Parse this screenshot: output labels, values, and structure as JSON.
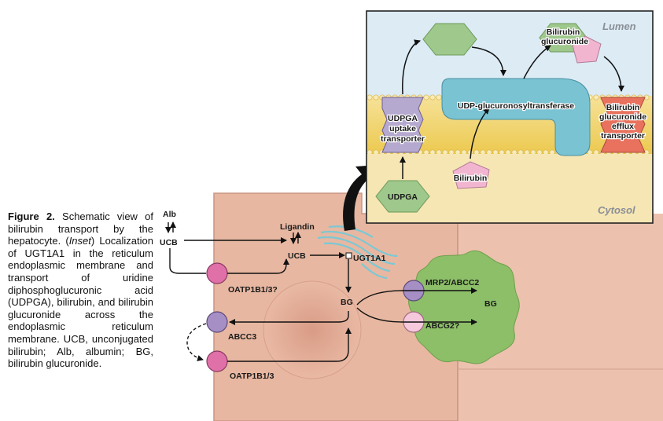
{
  "caption": {
    "figure_label": "Figure 2.",
    "part1": " Schematic view of bilirubin transport by the hepatocyte. (",
    "inset_word": "Inset",
    "part2": ") Localization of UGT1A1 in the reticulum endoplasmic membrane and transport of uridine diphosphoglucuronic acid (UDPGA), bilirubin, and bilirubin glucuronide across the endoplasmic reticulum membrane. UCB, unconjugated bilirubin; Alb, albumin; BG, bilirubin glucuronide."
  },
  "inset": {
    "lumen_label": "Lumen",
    "cytosol_label": "Cytosol",
    "udpga_transporter_lines": [
      "UDPGA",
      "uptake",
      "transporter"
    ],
    "enzyme_label": "UDP-glucuronosyltransferase",
    "bg_efflux_lines": [
      "Bilirubin",
      "glucuronide",
      "efflux",
      "transporter"
    ],
    "bilirubin_glucuronide_lines": [
      "Bilirubin",
      "glucuronide"
    ],
    "bilirubin_label": "Bilirubin",
    "udpga_label": "UDPGA"
  },
  "cell": {
    "alb": "Alb",
    "ucb_outside": "UCB",
    "ligandin": "Ligandin",
    "ucb_inside": "UCB",
    "ugt1a1": "UGT1A1",
    "oatp_top": "OATP1B1/3?",
    "bg": "BG",
    "abcc3": "ABCC3",
    "oatp_bottom": "OATP1B1/3",
    "mrp2": "MRP2/ABCC2",
    "abcg2": "ABCG2?",
    "bg_canal": "BG"
  },
  "colors": {
    "cell": "#e7b7a1",
    "cell_border": "#c99684",
    "nucleus": "#dfa892",
    "canaliculus": "#8dbf68",
    "pink_transporter": "#e070a8",
    "purple_transporter": "#a68fc4",
    "light_pink_transporter": "#f5c8dc",
    "inset_lumen": "#dcebf4",
    "membrane": "#f4dd83",
    "enzyme": "#79c3d3",
    "hexagon_green": "#9fc88c",
    "pentagon_pink": "#f2b5d0",
    "efflux_red": "#e8725e"
  }
}
